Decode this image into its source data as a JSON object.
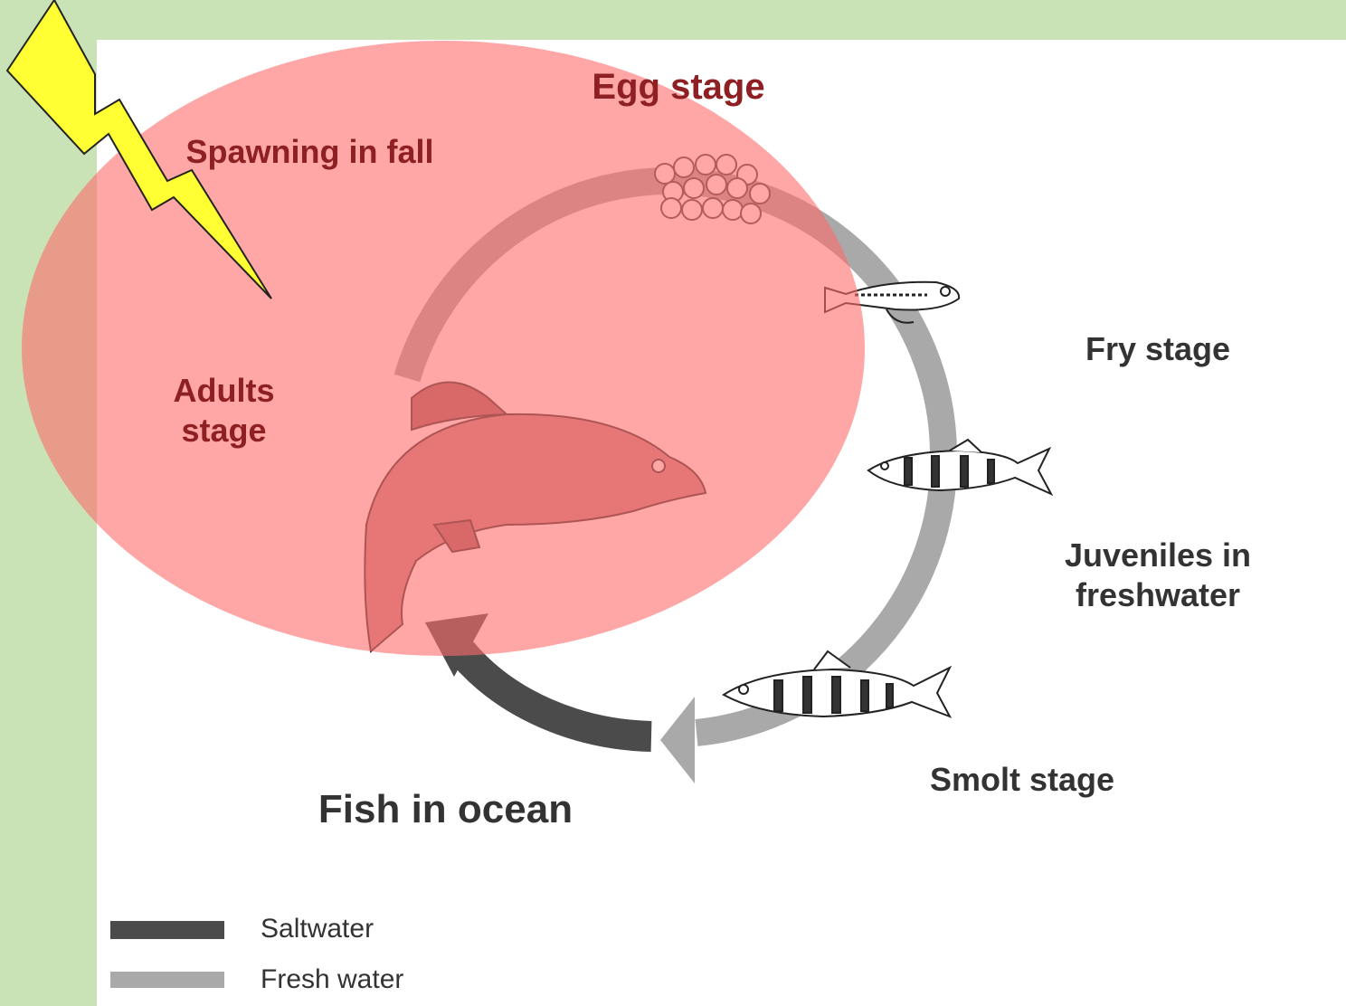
{
  "labels": {
    "egg_stage": "Egg stage",
    "spawning": "Spawning in fall",
    "adults_stage": "Adults stage",
    "fry_stage": "Fry stage",
    "juveniles": "Juveniles in freshwater",
    "smolt_stage": "Smolt stage",
    "fish_in_ocean": "Fish in ocean"
  },
  "legend": {
    "saltwater": "Saltwater",
    "fresh_water": "Fresh water"
  },
  "colors": {
    "background": "#c9e3b6",
    "panel": "#ffffff",
    "saltwater": "#4d4d4d",
    "fresh_water": "#a7a7a7",
    "highlight": "#ff7a7a",
    "lightning": "#ffff33",
    "label_red": "#8e1f22",
    "label_dark": "#333333"
  },
  "icons": [
    "lightning-bolt-icon",
    "egg-cluster-icon",
    "fry-fish-icon",
    "juvenile-fish-icon",
    "smolt-fish-icon",
    "adult-salmon-icon"
  ]
}
